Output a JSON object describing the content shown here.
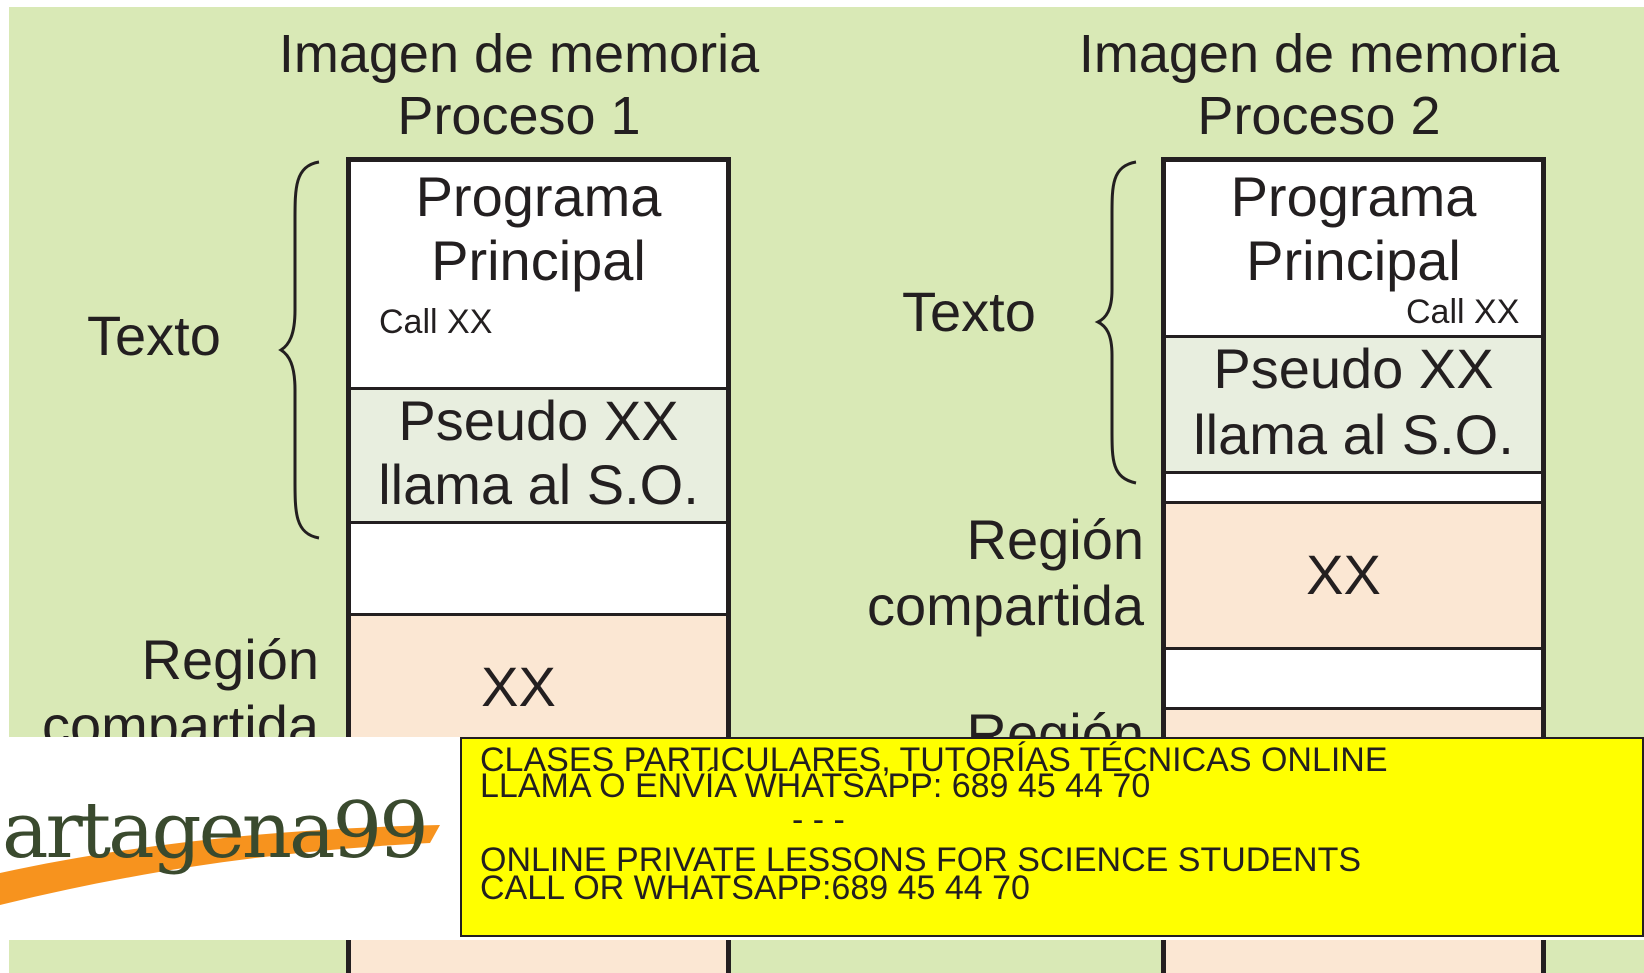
{
  "process1": {
    "title_line1": "Imagen de memoria",
    "title_line2": "Proceso 1",
    "text_label": "Texto",
    "main_line1": "Programa",
    "main_line2": "Principal",
    "call": "Call XX",
    "pseudo_line1": "Pseudo XX",
    "pseudo_line2": "llama al S.O.",
    "region_line1": "Región",
    "region_line2": "compartida",
    "shared": "XX"
  },
  "process2": {
    "title_line1": "Imagen de memoria",
    "title_line2": "Proceso 2",
    "text_label": "Texto",
    "main_line1": "Programa",
    "main_line2": "Principal",
    "call": "Call XX",
    "pseudo_line1": "Pseudo XX",
    "pseudo_line2": "llama al S.O.",
    "region_line1": "Región",
    "region_line2": "compartida",
    "shared": "XX",
    "region2_partial": "Región"
  },
  "ad": {
    "logo": "artagena99",
    "line1": "CLASES PARTICULARES, TUTORÍAS TÉCNICAS ONLINE",
    "line2": "LLAMA O ENVÍA WHATSAPP: 689 45 44 70",
    "separator": "- - -",
    "line3": "ONLINE PRIVATE LESSONS FOR SCIENCE STUDENTS",
    "line4": "CALL OR WHATSAPP:689 45 44 70"
  },
  "colors": {
    "background": "#d9e9b6",
    "shared_region": "#fbe7d3",
    "pseudo_region": "#e8eedf",
    "ad_banner": "#ffff00"
  }
}
